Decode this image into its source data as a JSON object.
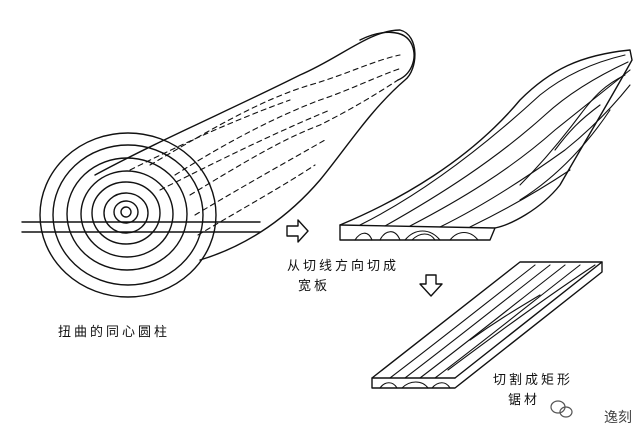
{
  "labels": {
    "log": "扭曲的同心圆柱",
    "board_line1": "从切线方向切成",
    "board_line2": "宽板",
    "lumber_line1": "切割成矩形",
    "lumber_line2": "锯材"
  },
  "watermark": {
    "text": "逸刻",
    "icon": "wechat-icon"
  },
  "colors": {
    "ink": "#111111",
    "background": "#ffffff"
  }
}
